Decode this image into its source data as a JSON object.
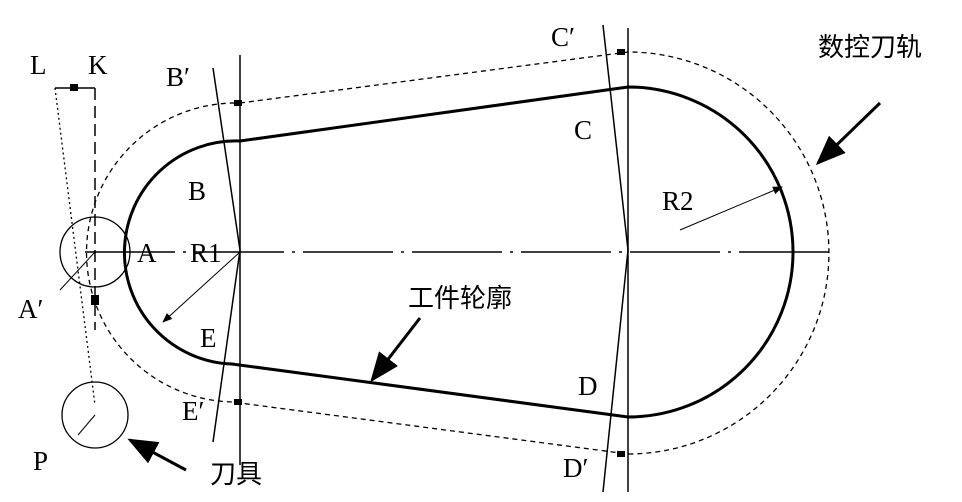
{
  "labels": {
    "L": "L",
    "K": "K",
    "B_prime": "B′",
    "C_prime": "C′",
    "toolpath": "数控刀轨",
    "C": "C",
    "B": "B",
    "R2": "R2",
    "A": "A",
    "R1": "R1",
    "A_prime": "A′",
    "workpiece": "工件轮廓",
    "E": "E",
    "D": "D",
    "E_prime": "E′",
    "D_prime": "D′",
    "P": "P",
    "tool": "刀具"
  }
}
